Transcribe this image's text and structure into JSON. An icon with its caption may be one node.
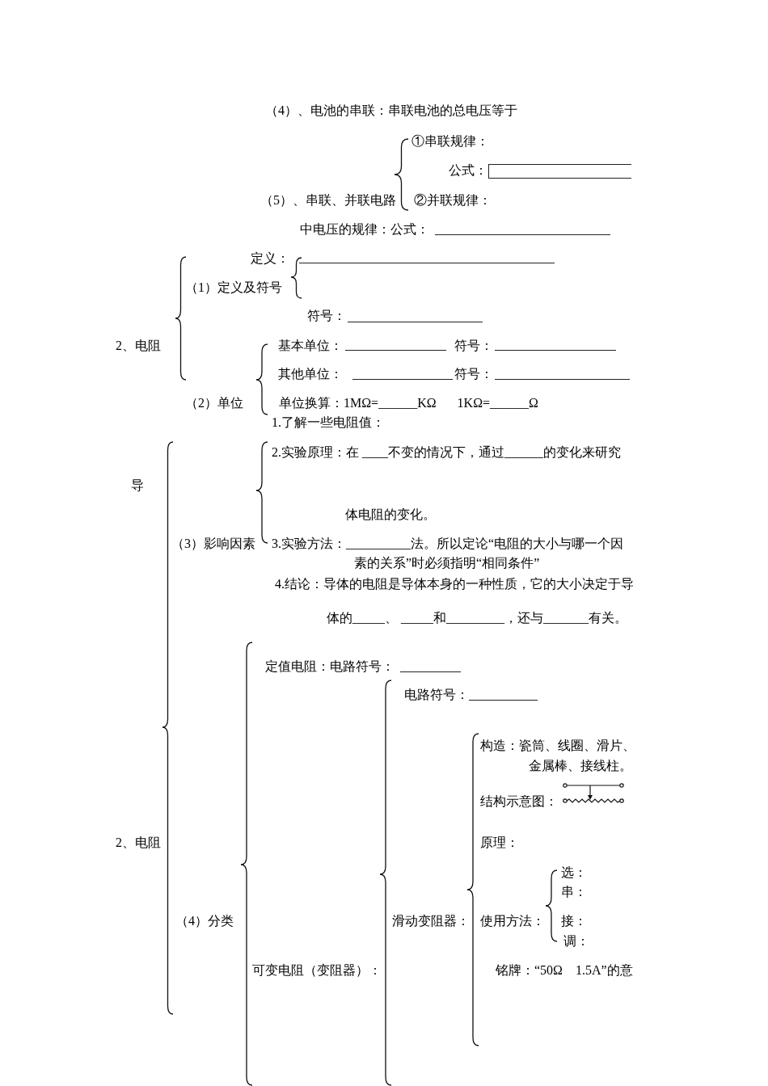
{
  "diagram": {
    "labels": [
      "（4）、电池的串联：串联电池的总电压等于",
      "①串联规律：",
      "公式：",
      "（5）、串联、并联电路",
      "②并联规律：",
      "中电压的规律：公式：",
      "定义：",
      "（1）定义及符号",
      "符号：",
      "2、电阻",
      "基本单位：",
      "符号：",
      "其他单位：",
      "符号：",
      "（2）单位",
      "单位换算：1MΩ=______KΩ 1KΩ=______Ω",
      "1.了解一些电阻值：",
      "2.实验原理：在 ____不变的情况下，通过______的变化来研究",
      "导",
      "体电阻的变化。",
      "（3）影响因素",
      "3.实验方法：__________法。所以定论“电阻的大小与哪一个因素的关系”时必须指明“相同条件”",
      "4.结论：导体的电阻是导体本身的一种性质，它的大小决定于导",
      "体的_____、 _____和_________，还与_______有关。",
      "定值电阻：电路符号：",
      "电路符号：",
      "构造：瓷筒、线圈、滑片、金属棒、接线柱。",
      "结构示意图：",
      "2、电阻",
      "原理：",
      "选：",
      "串：",
      "（4）分类",
      "滑动变阻器：",
      "使用方法：",
      "接：",
      "调：",
      "可变电阻（变阻器）：",
      "铭牌：“50Ω 1.5A”的意"
    ]
  }
}
